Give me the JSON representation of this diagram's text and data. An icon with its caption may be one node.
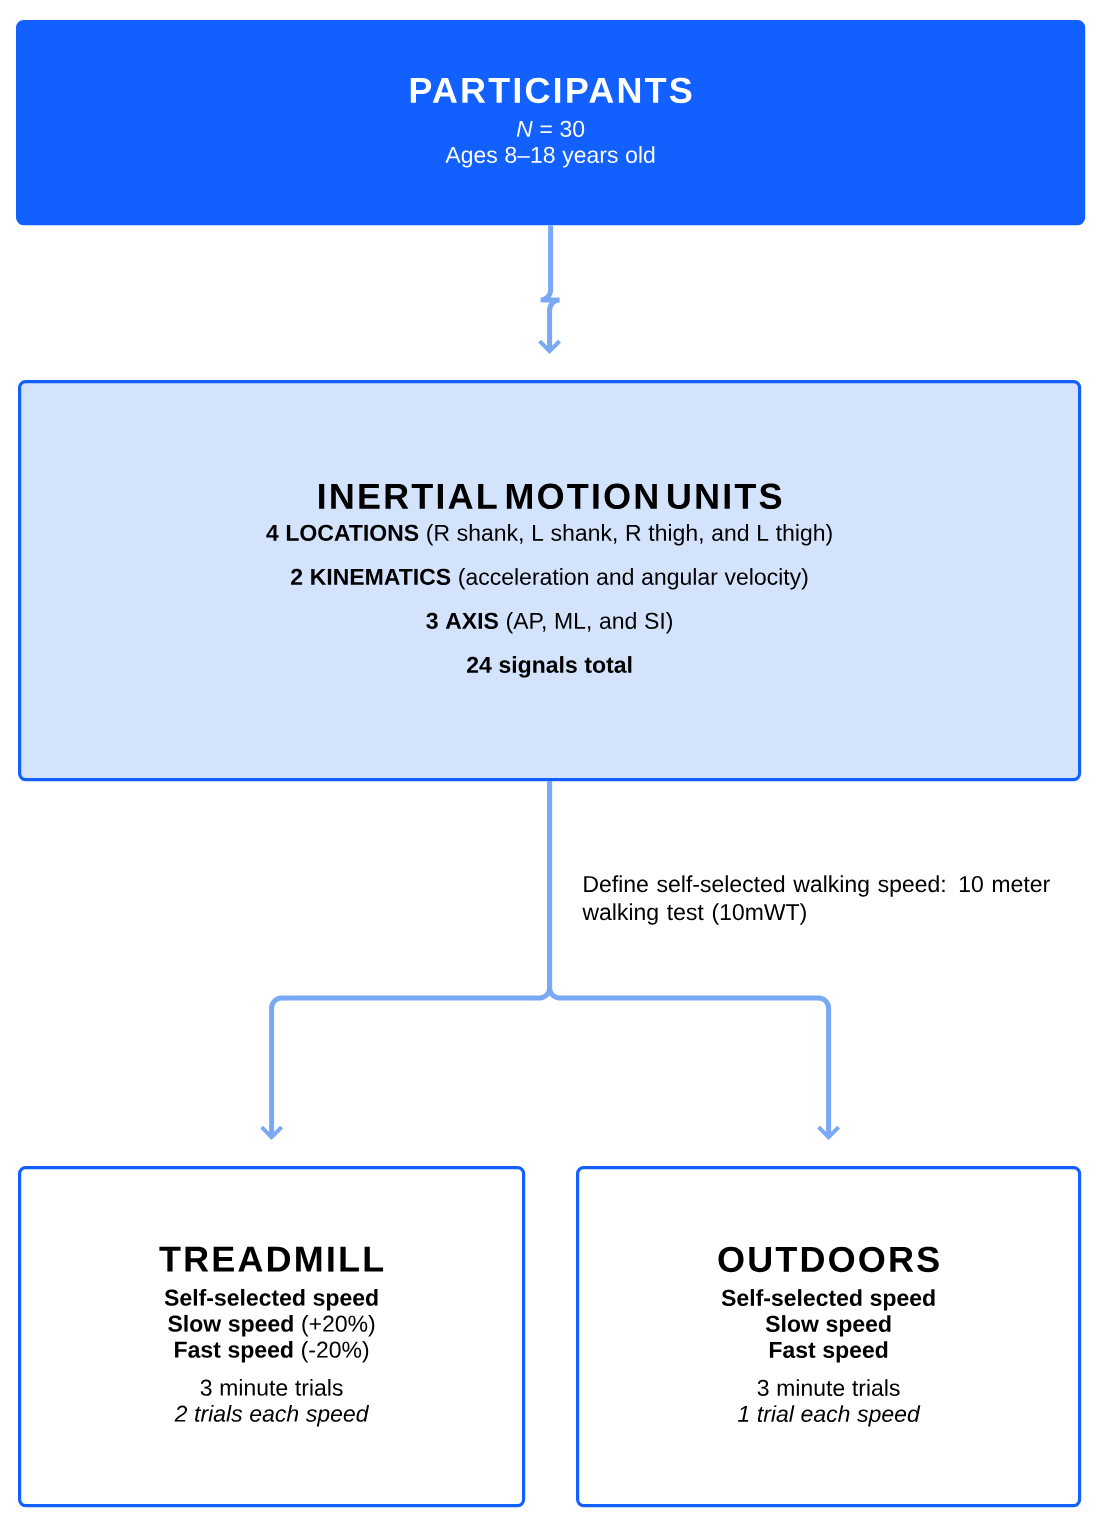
{
  "diagram": {
    "nodes": [
      {
        "text": [
          "PARTICIPANTS",
          "*N* = 30",
          "Ages 8–18 years old"
        ]
      },
      {
        "text": [
          "INERTIAL MOTION UNITS",
          "**4 LOCATIONS** (R shank, L shank, R thigh, and L thigh)",
          "**2 KINEMATICS** (acceleration and angular velocity)",
          "**3 AXIS** (AP, ML, and SI)",
          "24 signals total"
        ]
      },
      {
        "text": [
          "TREADMILL",
          "Self-selected speed",
          "**Slow speed** (+20%)",
          "**Fast speed** (-20%)",
          "3 minute trials",
          "2 trials each speed"
        ]
      },
      {
        "text": [
          "OUTDOORS",
          "Self-selected speed",
          "Slow speed",
          "Fast speed",
          "3 minute trials",
          "1 trial each speed"
        ]
      }
    ],
    "edges": [
      {
        "from": 0,
        "to": 1,
        "arrow": "to"
      },
      {
        "from": 1,
        "to": 2,
        "arrow": "to"
      },
      {
        "from": 1,
        "to": 3,
        "arrow": "to"
      }
    ],
    "labels": [
      "Define self-selected walking speed: 10 meter walking test (10mWT)"
    ]
  }
}
